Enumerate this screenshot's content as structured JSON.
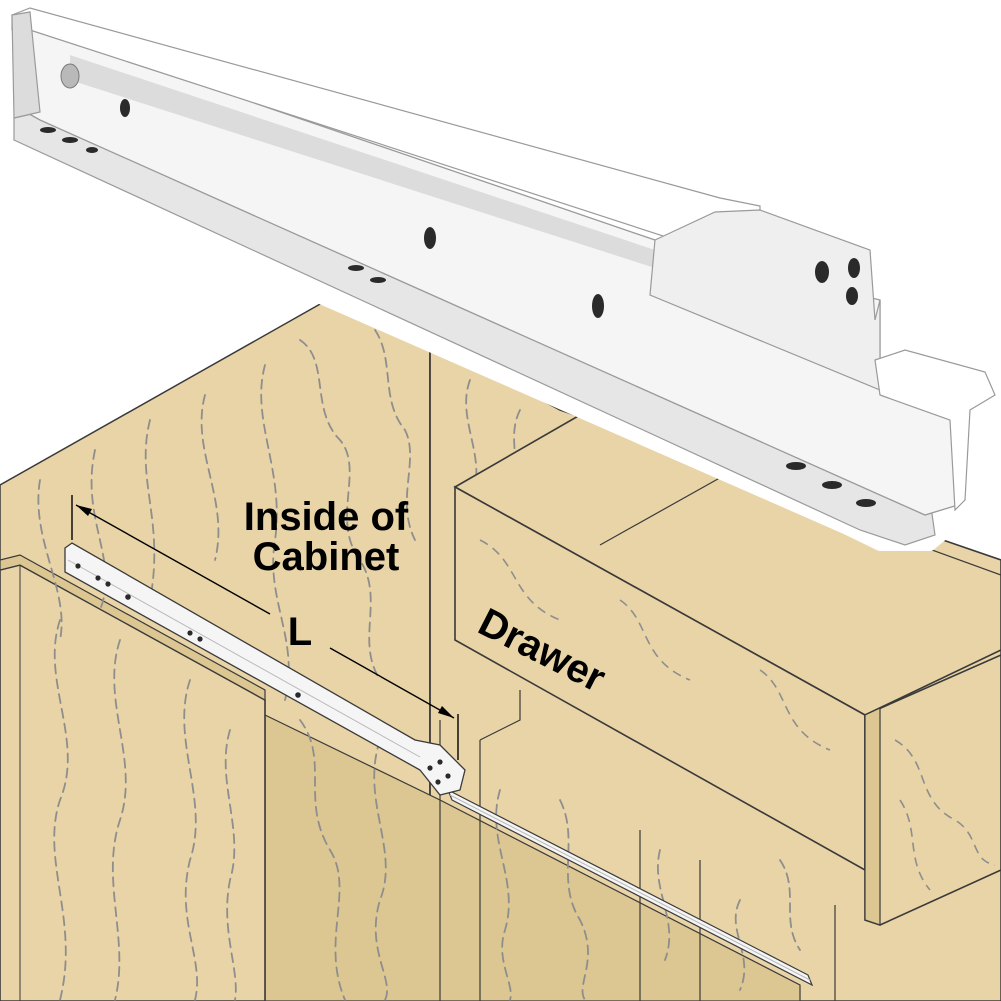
{
  "labels": {
    "cabinet_line1": "Inside of",
    "cabinet_line2": "Cabinet",
    "length": "L",
    "drawer": "Drawer"
  },
  "colors": {
    "wood": "#E8D4A6",
    "wood_shade": "#DCC692",
    "grain": "#8E8E8E",
    "outline": "#3A3A3A",
    "metal_light": "#F5F5F5",
    "metal_mid": "#DCDCDC",
    "metal_dark": "#B9B9B9",
    "hole": "#2A2A2A",
    "text": "#000000"
  },
  "icons": {
    "product": "drawer-slide-rail-icon",
    "installed": "mounted-slide-rail-icon"
  }
}
